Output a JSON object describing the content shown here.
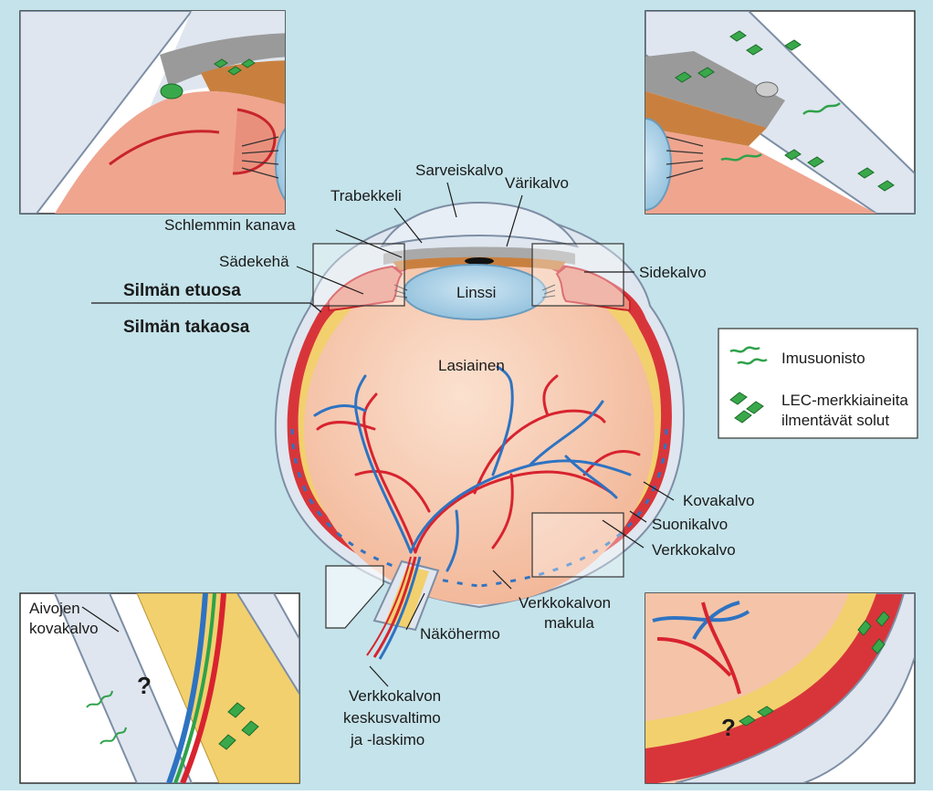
{
  "colors": {
    "background": "#c5e3ea",
    "panel_bg": "#ffffff",
    "sclera": "#dfe6ef",
    "vitreous": "#f5c4a8",
    "retina": "#f2d06e",
    "choroid": "#d8353b",
    "artery": "#d8232f",
    "vein": "#2e73c2",
    "lymph": "#2fa24a",
    "lens": "#a8d0e6"
  },
  "labels": {
    "sarveiskalvo": "Sarveiskalvo",
    "trabekkeli": "Trabekkeli",
    "varikalvo": "Värikalvo",
    "schlemm": "Schlemmin kanava",
    "sadekeha": "Sädekehä",
    "sidekalvo": "Sidekalvo",
    "etuosa": "Silmän etuosa",
    "takaosa": "Silmän takaosa",
    "linssi": "Linssi",
    "lasiainen": "Lasiainen",
    "kovakalvo": "Kovakalvo",
    "suonikalvo": "Suonikalvo",
    "verkkokalvo": "Verkkokalvo",
    "makula_line1": "Verkkokalvon",
    "makula_line2": "makula",
    "nakohermo": "Näköhermo",
    "valtimo_line1": "Verkkokalvon",
    "valtimo_line2": "keskusvaltimo",
    "valtimo_line3": "ja -laskimo",
    "aivojen_line1": "Aivojen",
    "aivojen_line2": "kovakalvo",
    "question_left": "?",
    "question_right": "?"
  },
  "legend": {
    "lymph": "Imusuonisto",
    "lec_line1": "LEC-merkkiaineita",
    "lec_line2": "ilmentävät solut"
  },
  "icons": [
    "lymphatic-vessel-icon",
    "lec-cell-icon"
  ]
}
